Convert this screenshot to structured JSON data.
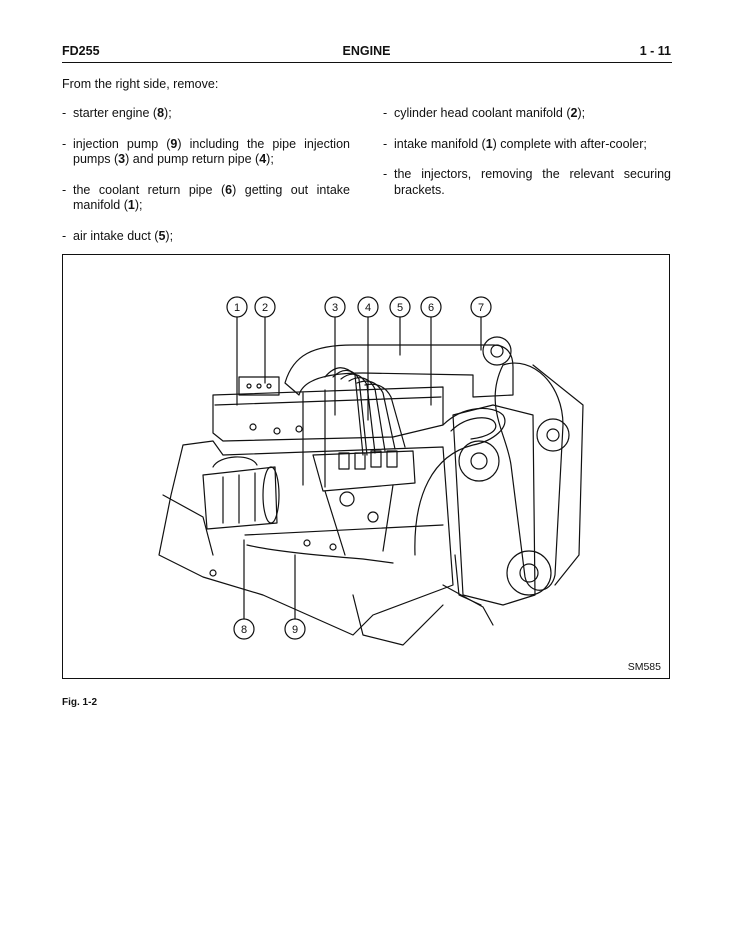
{
  "header": {
    "model": "FD255",
    "section": "ENGINE",
    "page": "1 - 11"
  },
  "intro": "From the right side, remove:",
  "steps_left": [
    {
      "dash": "-",
      "parts": [
        {
          "t": "starter engine ("
        },
        {
          "t": "8",
          "b": true
        },
        {
          "t": ");"
        }
      ]
    },
    {
      "dash": "-",
      "parts": [
        {
          "t": "injection pump ("
        },
        {
          "t": "9",
          "b": true
        },
        {
          "t": ") including the pipe injection pumps ("
        },
        {
          "t": "3",
          "b": true
        },
        {
          "t": ") and pump return pipe ("
        },
        {
          "t": "4",
          "b": true
        },
        {
          "t": ");"
        }
      ]
    },
    {
      "dash": "-",
      "parts": [
        {
          "t": "the coolant return pipe ("
        },
        {
          "t": "6",
          "b": true
        },
        {
          "t": ") getting out intake manifold ("
        },
        {
          "t": "1",
          "b": true
        },
        {
          "t": ");"
        }
      ]
    },
    {
      "dash": "-",
      "parts": [
        {
          "t": "air intake duct ("
        },
        {
          "t": "5",
          "b": true
        },
        {
          "t": ");"
        }
      ]
    }
  ],
  "steps_right": [
    {
      "dash": "-",
      "parts": [
        {
          "t": "cylinder head coolant manifold ("
        },
        {
          "t": "2",
          "b": true
        },
        {
          "t": ");"
        }
      ]
    },
    {
      "dash": "-",
      "parts": [
        {
          "t": "intake manifold ("
        },
        {
          "t": "1",
          "b": true
        },
        {
          "t": ") complete with after-cooler;"
        }
      ]
    },
    {
      "dash": "-",
      "parts": [
        {
          "t": "the injectors, removing the relevant securing brackets."
        }
      ]
    }
  ],
  "figure": {
    "callouts_top": [
      "1",
      "2",
      "3",
      "4",
      "5",
      "6",
      "7"
    ],
    "callouts_bottom": [
      "8",
      "9"
    ],
    "code": "SM585"
  },
  "caption": "Fig. 1-2",
  "colors": {
    "ink": "#111111",
    "paper": "#ffffff"
  }
}
